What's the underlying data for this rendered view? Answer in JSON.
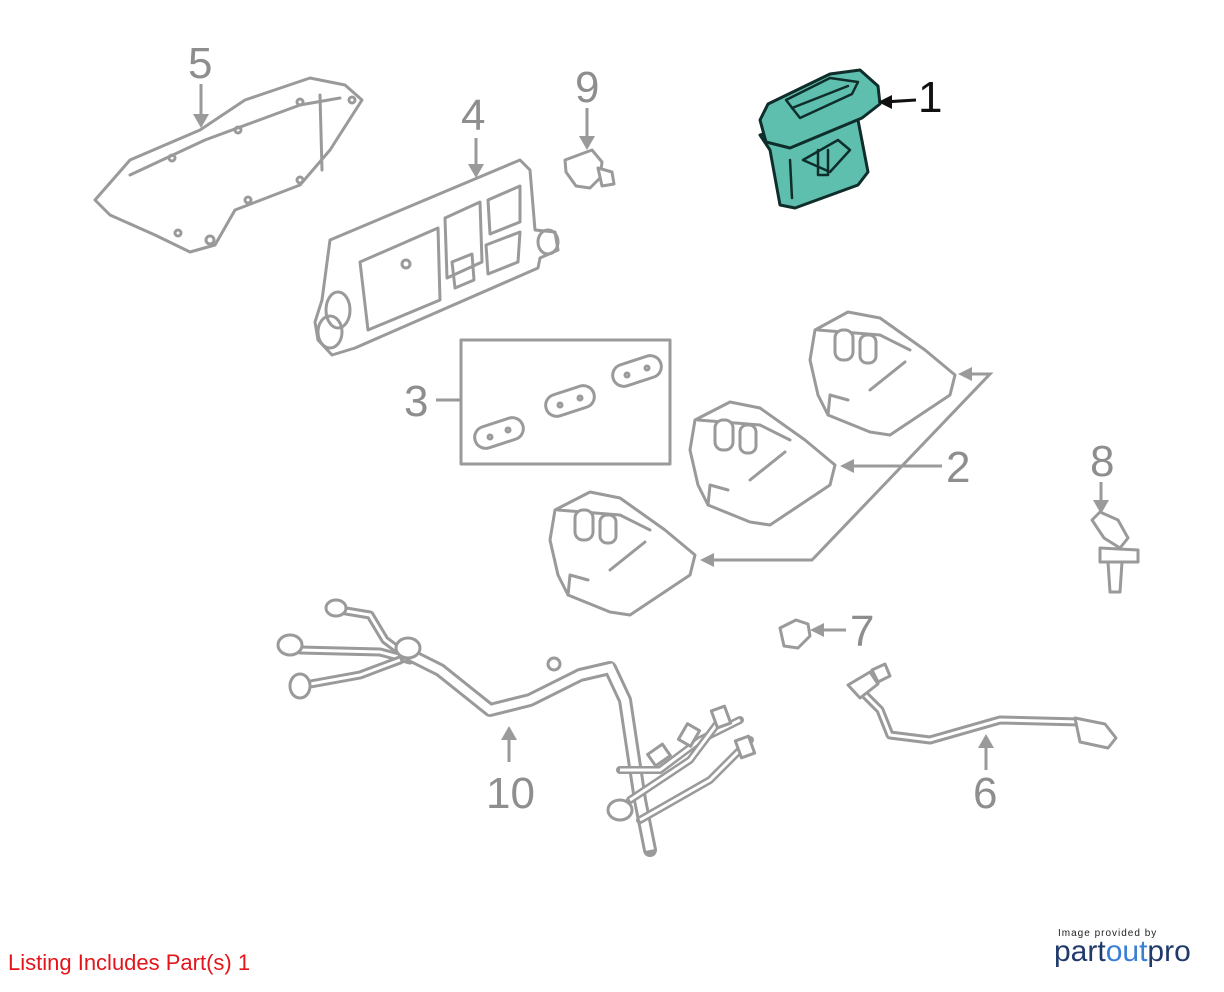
{
  "callouts": [
    "1",
    "2",
    "3",
    "4",
    "5",
    "6",
    "7",
    "8",
    "9",
    "10"
  ],
  "highlight_color": "#5fbfae",
  "footer": {
    "listing_text": "Listing Includes Part(s) 1",
    "listing_color": "#e4141b",
    "credit_small": "Image provided by",
    "brand_part1": "part",
    "brand_part2": "out",
    "brand_part3": "pro"
  }
}
